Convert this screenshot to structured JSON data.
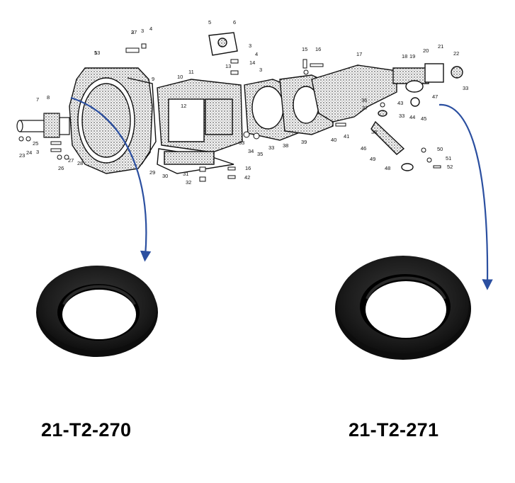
{
  "image": {
    "description_free": true
  },
  "diagram": {
    "callouts": [
      "1",
      "2",
      "3",
      "4",
      "5",
      "6",
      "3",
      "4",
      "7",
      "8",
      "9",
      "10",
      "11",
      "12",
      "13",
      "14",
      "3",
      "15",
      "16",
      "17",
      "18",
      "19",
      "20",
      "21",
      "22",
      "23",
      "24",
      "25",
      "3",
      "26",
      "27",
      "28",
      "29",
      "30",
      "31",
      "32",
      "33",
      "34",
      "35",
      "33",
      "38",
      "39",
      "40",
      "41",
      "16",
      "42",
      "36",
      "37",
      "33",
      "43",
      "47",
      "44",
      "45",
      "33",
      "38",
      "46",
      "49",
      "48",
      "50",
      "51",
      "52",
      "53",
      "37"
    ]
  },
  "seals": [
    {
      "part_number": "21-T2-270"
    },
    {
      "part_number": "21-T2-271"
    }
  ],
  "colors": {
    "arrow": "#2b4fa0",
    "seal": "#1a1a1a",
    "line": "#111111"
  }
}
